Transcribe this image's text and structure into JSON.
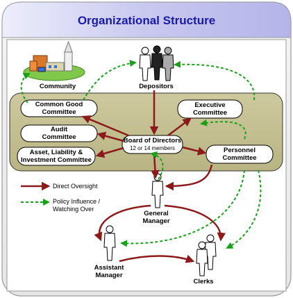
{
  "title": "Organizational Structure",
  "nodes": {
    "community": "Community",
    "depositors": "Depositors",
    "common_good_1": "Common Good",
    "common_good_2": "Committee",
    "audit_1": "Audit",
    "audit_2": "Committee",
    "alic_1": "Asset, Liability &",
    "alic_2": "Investment Committee",
    "board_1": "Board of Directors",
    "board_2": "12 or 14 members",
    "executive_1": "Executive",
    "executive_2": "Committee",
    "personnel_1": "Personnel",
    "personnel_2": "Committee",
    "gm_1": "General",
    "gm_2": "Manager",
    "am_1": "Assistant",
    "am_2": "Manager",
    "clerks": "Clerks"
  },
  "legend": {
    "direct_1": "Direct Oversight",
    "policy_1": "Policy Influence /",
    "policy_2": "Watching Over"
  },
  "colors": {
    "title_text": "#1a1aa6",
    "title_band": "#c8c8f0",
    "board_panel": "#c2bd90",
    "direct_arrow": "#8b1a1a",
    "policy_arrow": "#19a019"
  }
}
